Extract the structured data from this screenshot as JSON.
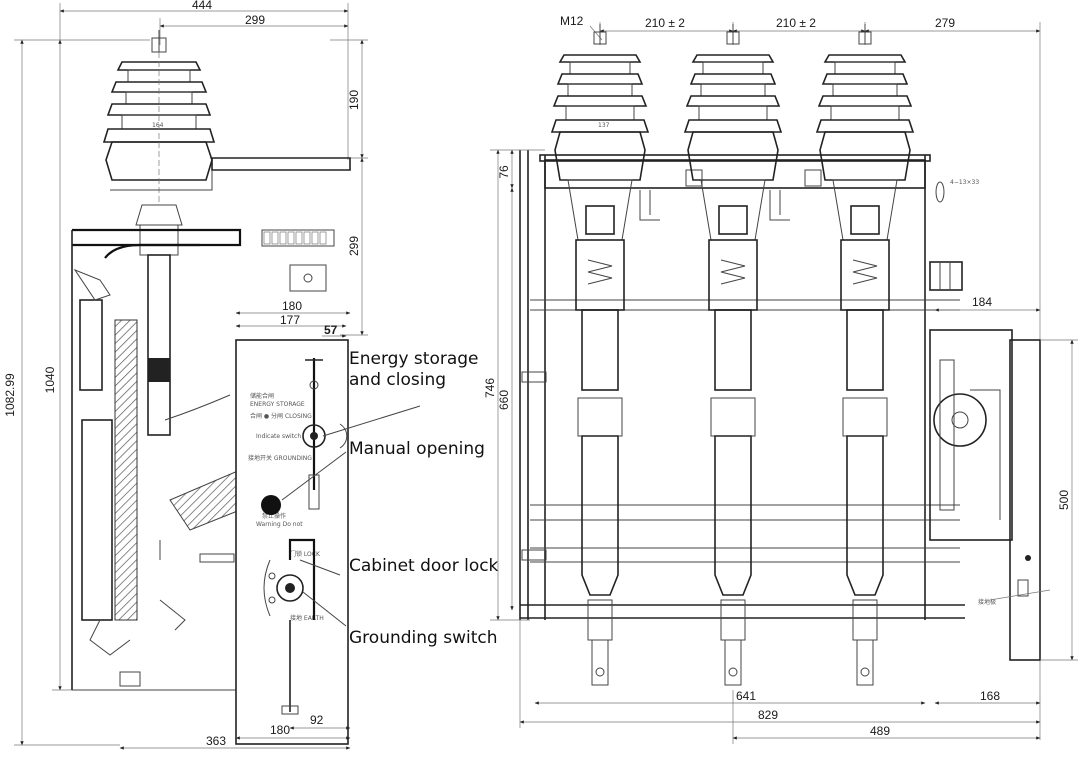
{
  "side_view": {
    "dims": {
      "width_444": "444",
      "width_299": "299",
      "height_190": "190",
      "height_299": "299",
      "width_180_top": "180",
      "width_177": "177",
      "width_57": "57",
      "height_1082": "1082.99",
      "height_1040": "1040",
      "width_92": "92",
      "width_180_bottom": "180",
      "width_363": "363",
      "insulator_164": "164"
    },
    "panel": {
      "heading_1": "储能合闸",
      "heading_2": "ENERGY STORAGE",
      "lines_1": "合闸 ● 分闸  CLOSING",
      "lines_2": "Indicate switch",
      "heading_3": "接地开关 GROUNDING",
      "warn": "禁止操作",
      "warn_en": "Warning Do not",
      "lock_label": "门锁 LOCK",
      "ground_label": "接地 EARTH"
    },
    "callouts": {
      "energy_storage": "Energy storage",
      "and_closing": "and closing",
      "manual_opening": "Manual opening",
      "cabinet_door_lock": "Cabinet door lock",
      "grounding_switch": "Grounding switch"
    }
  },
  "front_view": {
    "dims": {
      "m12": "M12",
      "pitch_1": "210 ± 2",
      "pitch_2": "210 ± 2",
      "width_279": "279",
      "insulator_137": "137",
      "height_76": "76",
      "height_746": "746",
      "height_660": "660",
      "width_184": "184",
      "height_500": "500",
      "hole_note": "4−13×33",
      "width_641": "641",
      "width_168": "168",
      "width_829": "829",
      "width_489": "489",
      "label_tag": "接地极"
    }
  }
}
